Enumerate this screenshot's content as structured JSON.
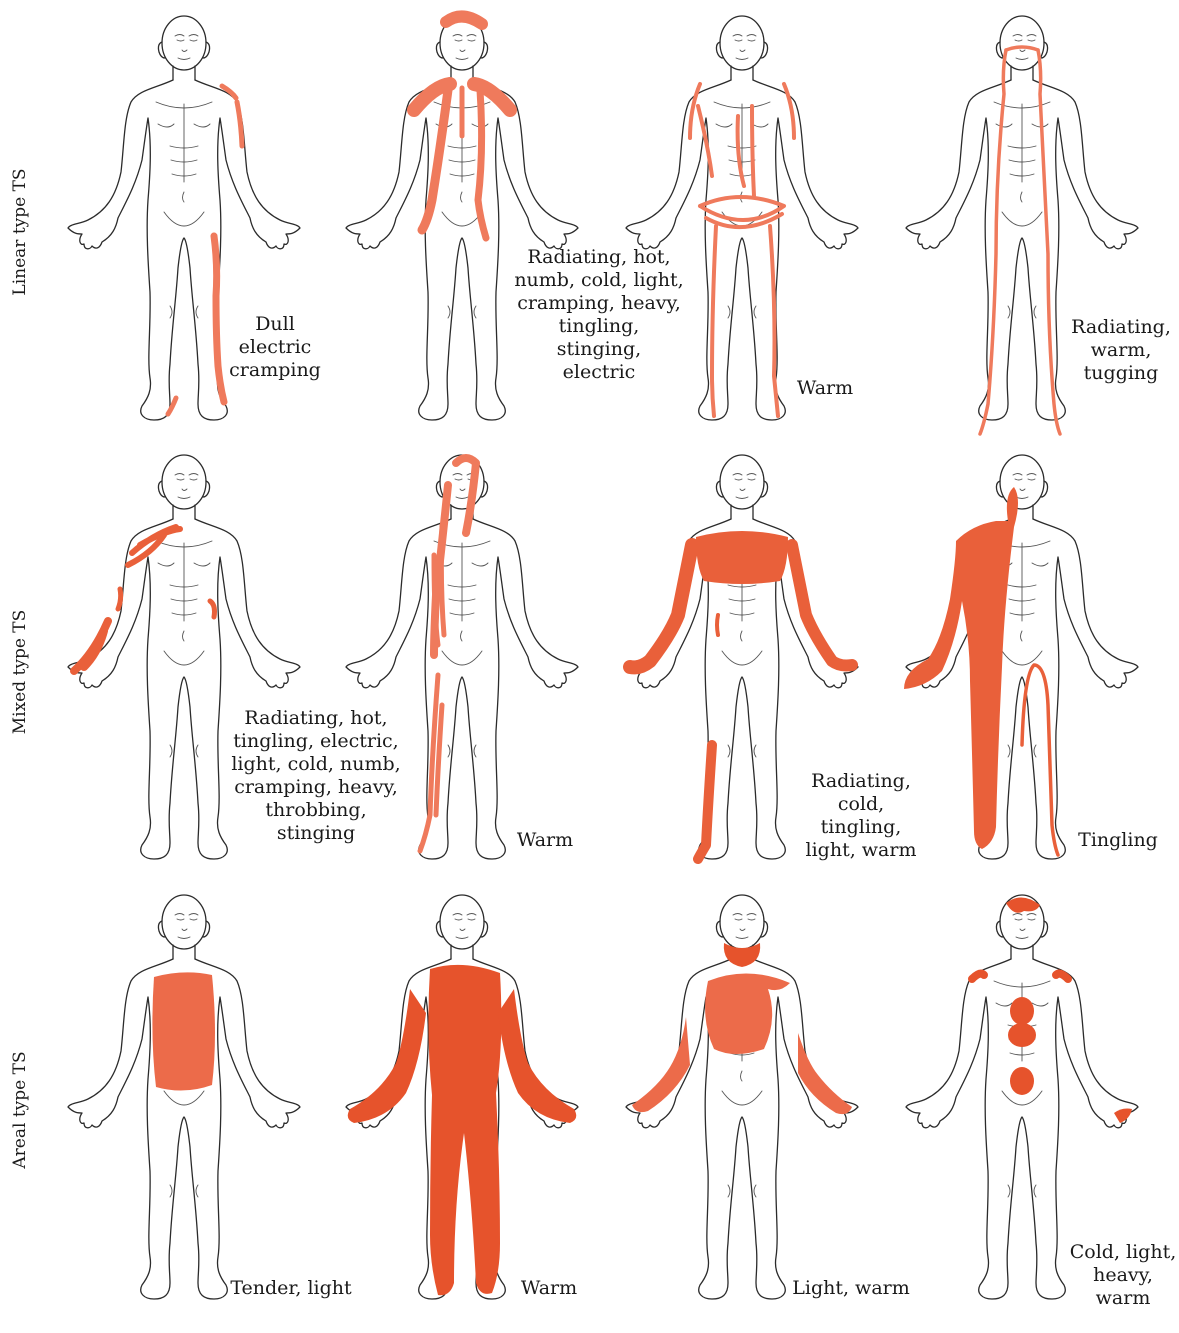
{
  "rows": [
    {
      "label": "Linear type TS",
      "panels": [
        {
          "caption": "Dull\nelectric\ncramping"
        },
        {
          "caption": "Radiating, hot,\nnumb, cold, light,\ncramping, heavy,\ntingling, stinging,\nelectric"
        },
        {
          "caption": "Warm"
        },
        {
          "caption": "Radiating,\nwarm,\ntugging"
        }
      ]
    },
    {
      "label": "Mixed type TS",
      "panels": [
        {
          "caption": "Radiating, hot,\ntingling, electric,\nlight, cold, numb,\ncramping, heavy,\nthrobbing, stinging"
        },
        {
          "caption": "Warm"
        },
        {
          "caption": "Radiating,\ncold, tingling,\nlight, warm"
        },
        {
          "caption": "Tingling"
        }
      ]
    },
    {
      "label": "Areal type TS",
      "panels": [
        {
          "caption": "Tender, light"
        },
        {
          "caption": "Warm"
        },
        {
          "caption": "Light, warm"
        },
        {
          "caption": "Cold, light,\nheavy, warm"
        }
      ]
    }
  ],
  "colors": {
    "linear": "#ef7a5c",
    "mixed": "#e9603a",
    "areal_light": "#ec6b4a",
    "areal_dark": "#e6532c",
    "outline": "#2b2b2b"
  }
}
